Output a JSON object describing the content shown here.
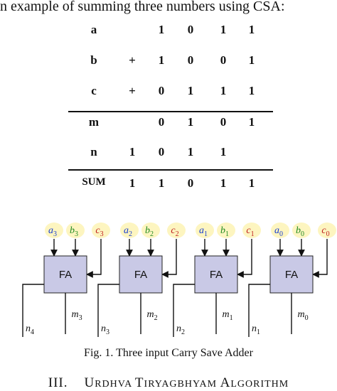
{
  "intro": "n example of summing three numbers using CSA:",
  "table": {
    "rows": [
      {
        "label": "a",
        "op": "",
        "digits": [
          "",
          "1",
          "0",
          "1",
          "1"
        ]
      },
      {
        "label": "b",
        "op": "+",
        "digits": [
          "",
          "1",
          "0",
          "0",
          "1"
        ]
      },
      {
        "label": "c",
        "op": "+",
        "digits": [
          "",
          "0",
          "1",
          "1",
          "1"
        ]
      },
      {
        "label": "m",
        "op": "",
        "digits": [
          "",
          "0",
          "1",
          "0",
          "1"
        ]
      },
      {
        "label": "n",
        "op": "",
        "digits": [
          "1",
          "0",
          "1",
          "1",
          ""
        ]
      },
      {
        "label": "SUM",
        "op": "",
        "digits": [
          "1",
          "1",
          "0",
          "1",
          "1"
        ]
      }
    ]
  },
  "diagram": {
    "block_label": "FA",
    "colors": {
      "a": "#1a3fcf",
      "b": "#1f8a1f",
      "c": "#c02020",
      "input_fill": "#fdf5c0",
      "block_fill": "#c9c9e6"
    },
    "stages": [
      {
        "a": "3",
        "b": "3",
        "c": "3",
        "m": "3",
        "n": "4"
      },
      {
        "a": "2",
        "b": "2",
        "c": "2",
        "m": "2",
        "n": "3"
      },
      {
        "a": "1",
        "b": "1",
        "c": "1",
        "m": "1",
        "n": "2"
      },
      {
        "a": "0",
        "b": "0",
        "c": "0",
        "m": "0",
        "n": "1"
      }
    ]
  },
  "caption": "Fig. 1. Three input Carry Save Adder",
  "section": {
    "num": "III.",
    "title_parts": [
      "U",
      "RDHVA ",
      "T",
      "IRYAGBHYAM ",
      "A",
      "LGORITHM"
    ]
  }
}
